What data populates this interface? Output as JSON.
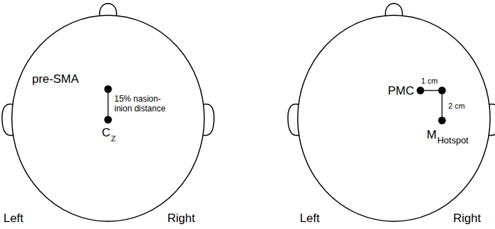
{
  "diagram": {
    "labels": [
      "pre-SMA",
      "C",
      "Z",
      "15% nasion-inion distance",
      "Left",
      "Right",
      "PMC",
      "1 cm",
      "2 cm",
      "M",
      "Hotspot",
      "Left",
      "Right"
    ]
  }
}
